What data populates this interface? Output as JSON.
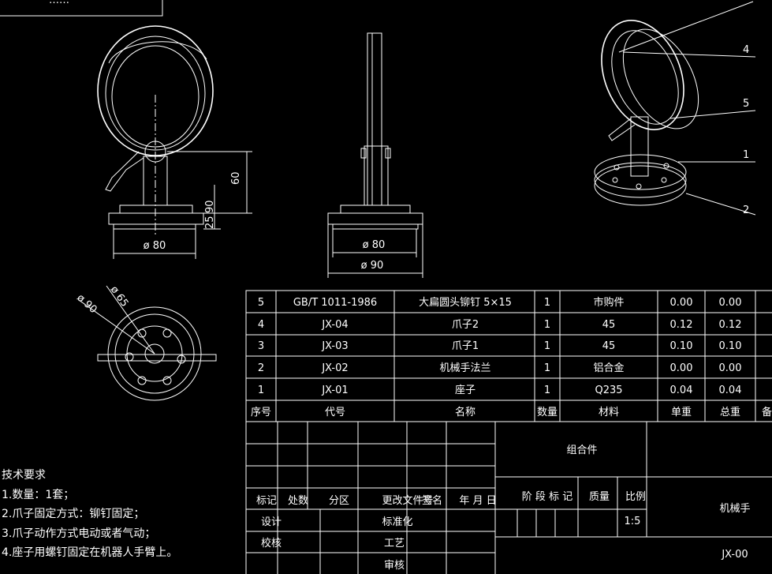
{
  "title_block_top_left": "……",
  "views": {
    "front": {
      "dim_height_1": "60",
      "dim_height_2": "25",
      "dim_height_3": "90",
      "dia_base": "ø 80"
    },
    "side": {
      "dia_1": "ø 80",
      "dia_2": "ø 90"
    },
    "top": {
      "dia_1": "ø 90",
      "dia_2": "ø 65"
    },
    "iso": {
      "callouts": [
        "4",
        "5",
        "1",
        "2"
      ]
    }
  },
  "bom": {
    "headers": [
      "序号",
      "代号",
      "名称",
      "数量",
      "材料",
      "单重",
      "总重",
      "备"
    ],
    "rows": [
      [
        "5",
        "GB/T 1011-1986",
        "大扁圆头铆钉 5×15",
        "1",
        "市购件",
        "0.00",
        "0.00",
        ""
      ],
      [
        "4",
        "JX-04",
        "爪子2",
        "1",
        "45",
        "0.12",
        "0.12",
        ""
      ],
      [
        "3",
        "JX-03",
        "爪子1",
        "1",
        "45",
        "0.10",
        "0.10",
        ""
      ],
      [
        "2",
        "JX-02",
        "机械手法兰",
        "1",
        "铝合金",
        "0.00",
        "0.00",
        ""
      ],
      [
        "1",
        "JX-01",
        "座子",
        "1",
        "Q235",
        "0.04",
        "0.04",
        ""
      ]
    ]
  },
  "title_block": {
    "assembly": "组合件",
    "labels": {
      "mark": "标记",
      "count": "处数",
      "zone": "分区",
      "change_doc": "更改文件号",
      "sign": "签名",
      "date": "年 月 日",
      "design": "设计",
      "standard": "标准化",
      "check": "校核",
      "process": "工艺",
      "review": "审核",
      "stage": "阶 段 标 记",
      "mass": "质量",
      "scale": "比例"
    },
    "scale_value": "1:5",
    "part_name": "机械手",
    "drawing_no": "JX-00"
  },
  "requirements": {
    "title": "技术要求",
    "items": [
      "1.数量：1套；",
      "2.爪子固定方式：铆钉固定；",
      "3.爪子动作方式电动或者气动；",
      "4.座子用螺钉固定在机器人手臂上。"
    ]
  }
}
